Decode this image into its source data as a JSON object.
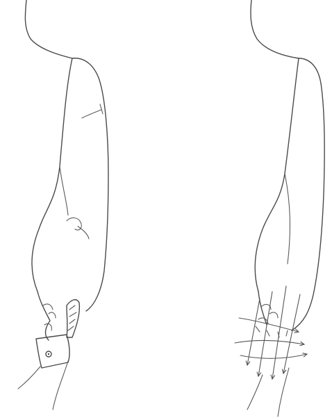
{
  "figure": {
    "panels": [
      {
        "id": "left",
        "subject": "finished-sleeve-with-cuff",
        "parts": [
          "shoulder-outline",
          "sleeve-body",
          "elbow-fold",
          "sleeve-puff",
          "placket",
          "cuff",
          "cuff-button",
          "wrist"
        ]
      },
      {
        "id": "right",
        "subject": "sleeve-with-direction-arrows",
        "parts": [
          "shoulder-outline",
          "sleeve-body",
          "inner-seam",
          "sleeve-puff",
          "vertical-arrows",
          "horizontal-arrows",
          "wrist"
        ],
        "arrow_groups": {
          "vertical_count": 4,
          "horizontal_count": 3
        }
      }
    ],
    "colors": {
      "line": "#4a4a4a",
      "background": "#ffffff"
    }
  }
}
